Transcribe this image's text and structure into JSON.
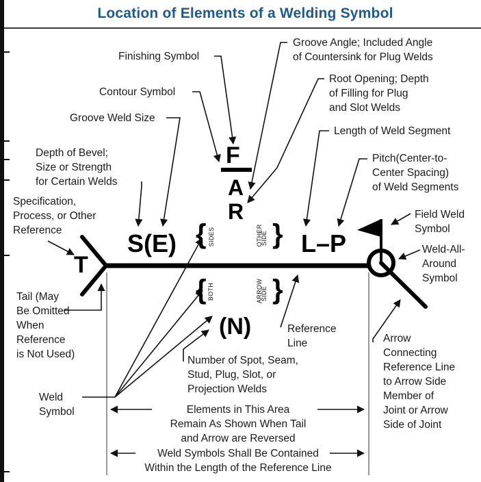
{
  "title": "Location of Elements of a Welding Symbol",
  "symbols": {
    "F": "F",
    "A": "A",
    "R": "R",
    "S_E": "S(E)",
    "L_P": "L–P",
    "T": "T",
    "N": "(N)",
    "brace_open": "{",
    "brace_close": "}",
    "sides": "SIDES",
    "both": "BOTH",
    "other": "OTHER",
    "arrow": "ARROW",
    "side": "SIDE"
  },
  "labels": {
    "finishing_symbol": "Finishing Symbol",
    "contour_symbol": "Contour Symbol",
    "groove_weld_size": "Groove Weld Size",
    "depth_of_bevel": [
      "Depth of Bevel;",
      "Size or Strength",
      "for Certain Welds"
    ],
    "specification": [
      "Specification,",
      "Process, or Other",
      "Reference"
    ],
    "groove_angle": [
      "Groove Angle; Included Angle",
      "of Countersink for Plug Welds"
    ],
    "root_opening": [
      "Root Opening; Depth",
      "of Filling for Plug",
      "and Slot Welds"
    ],
    "length_of_weld_segment": "Length of Weld Segment",
    "pitch": [
      "Pitch(Center-to-",
      "Center Spacing)",
      "of Weld Segments"
    ],
    "field_weld": [
      "Field Weld",
      "Symbol"
    ],
    "weld_all_around": [
      "Weld-All-",
      "Around",
      "Symbol"
    ],
    "tail": [
      "Tail (May",
      "Be Omitted",
      "When",
      "Reference",
      "is Not Used)"
    ],
    "reference_line": [
      "Reference",
      "Line"
    ],
    "number_of_spot": [
      "Number of Spot, Seam,",
      "Stud, Plug, Slot, or",
      "Projection Welds"
    ],
    "weld_symbol": [
      "Weld",
      "Symbol"
    ],
    "arrow_connecting": [
      "Arrow",
      "Connecting",
      "Reference Line",
      "to Arrow Side",
      "Member of",
      "Joint or Arrow",
      "Side of Joint"
    ],
    "elements_area": [
      "Elements in This Area",
      "Remain As Shown When Tail",
      "and Arrow are Reversed"
    ],
    "weld_symbols_contained": [
      "Weld Symbols Shall Be Contained",
      "Within the Length of the Reference Line"
    ]
  }
}
